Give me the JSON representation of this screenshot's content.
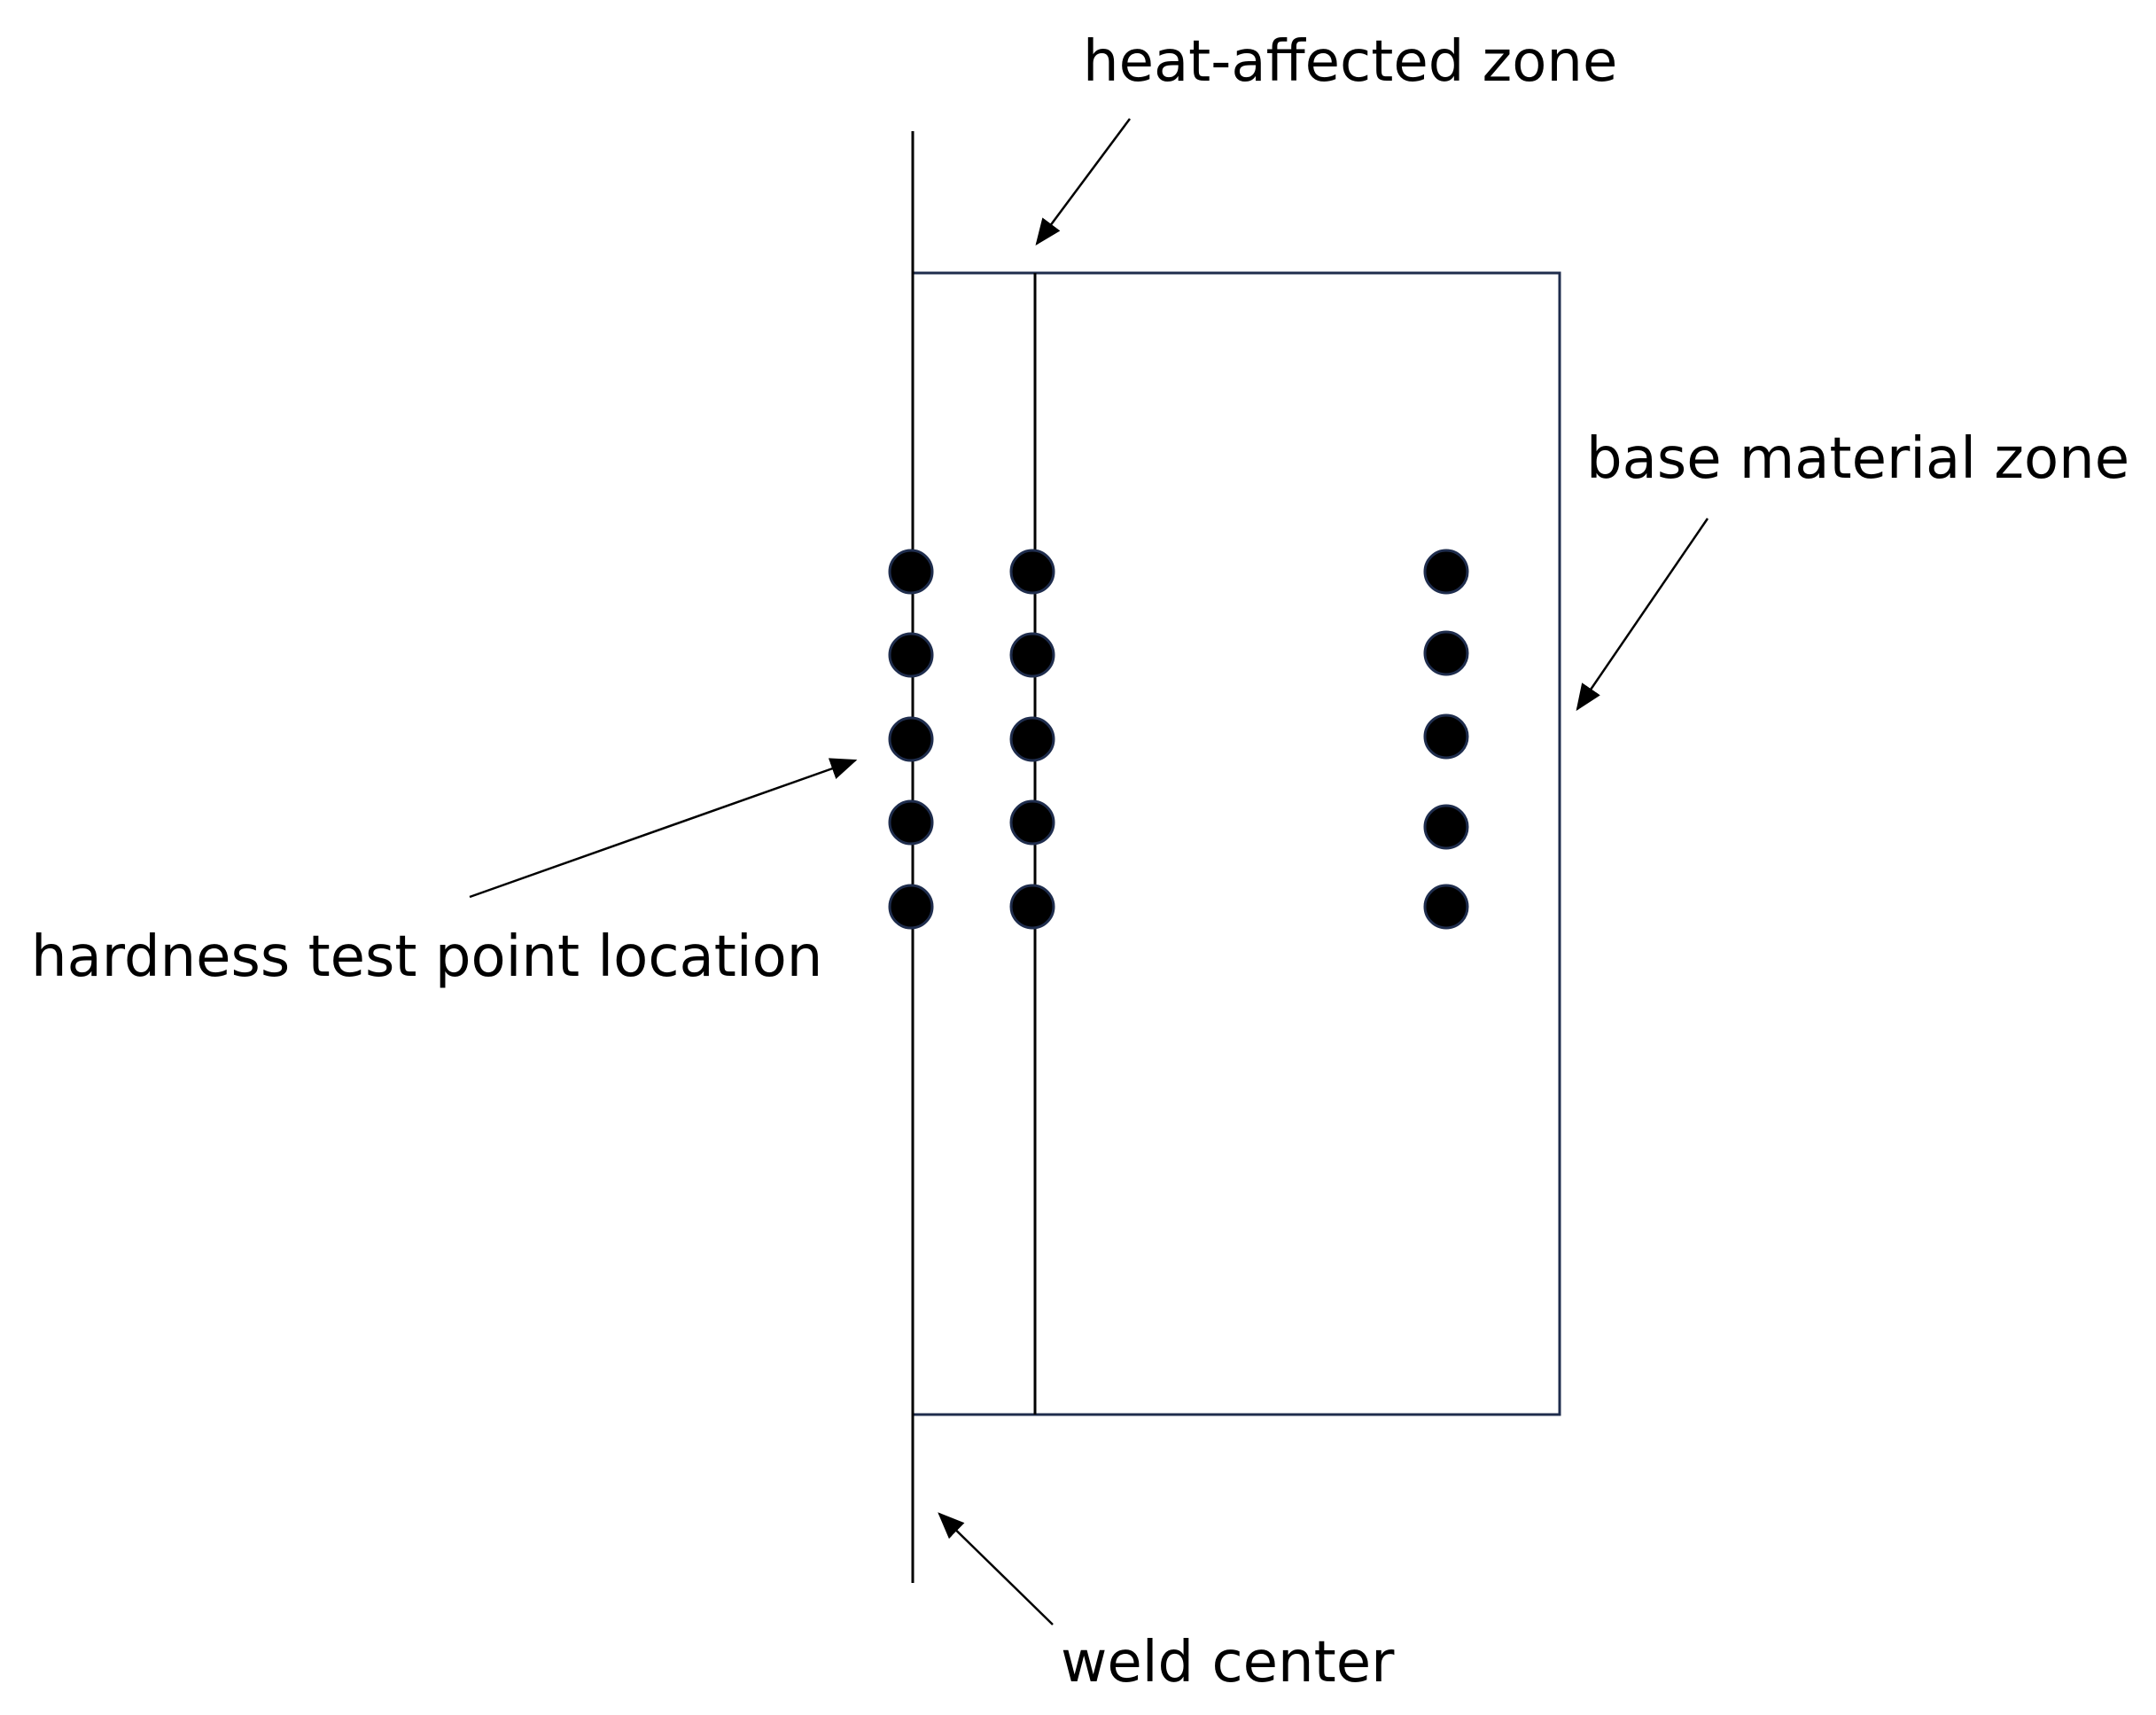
{
  "labels": {
    "heat_affected_zone": "heat-affected zone",
    "base_material_zone": "base material zone",
    "hardness_test_point_location": "hardness test point location",
    "weld_center": "weld center"
  },
  "colors": {
    "ink": "#000000",
    "zone_outline": "#1f2d4d",
    "point_fill": "#000000",
    "point_stroke": "#1f2d4d",
    "background": "#ffffff"
  },
  "test_points": {
    "rows_per_column": 5,
    "columns": [
      "weld-center",
      "heat-affected-zone",
      "base-material-zone"
    ]
  }
}
